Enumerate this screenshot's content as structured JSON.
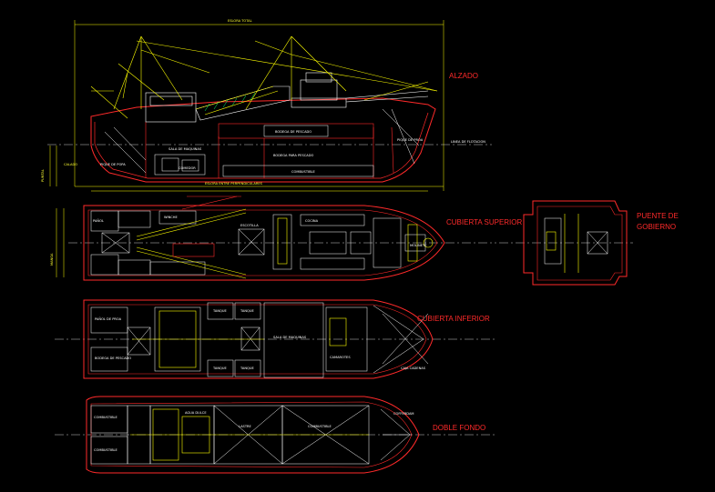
{
  "views": {
    "elevation": "ALZADO",
    "upper_deck": "CUBIERTA SUPERIOR",
    "bridge": "PUENTE DE GOBIERNO",
    "lower_deck": "CUBIERTA INFERIOR",
    "double_bottom": "DOBLE FONDO"
  },
  "elevation_labels": {
    "overall_length": "ESLORA TOTAL",
    "waterline": "LINEA DE FLOTACION",
    "depth": "PUNTAL",
    "draft": "CALADO",
    "length_pp": "ESLORA ENTRE PERPENDICULARES",
    "fish_hold": "BODEGA DE PESCADO",
    "fuel": "COMBUSTIBLE",
    "engine_room": "SALA DE MAQUINAS",
    "mess": "COMEDOR",
    "fish_well": "BODEGA PARA PESCADO",
    "forepeak": "PIQUE DE PROA",
    "aftpeak": "PIQUE DE POPA"
  },
  "upper_deck_labels": {
    "beam": "MANGA",
    "hatch": "ESCOTILLA",
    "winch": "WINCHE",
    "anchor": "MOLINETE",
    "stores": "PAÑOL",
    "galley": "COCINA"
  },
  "lower_deck_labels": {
    "bow_room": "PAÑOL DE PROA",
    "fish_hold": "BODEGA DE PESCADO",
    "tank1": "TANQUE",
    "tank2": "TANQUE",
    "tank3": "TANQUE",
    "tank4": "TANQUE",
    "engine": "SALA DE MAQUINAS",
    "crew": "CAMAROTES",
    "chain": "CAJA CADENAS"
  },
  "double_bottom_labels": {
    "fuel1": "COMBUSTIBLE",
    "fuel2": "COMBUSTIBLE",
    "fuel3": "COMBUSTIBLE",
    "water": "AGUA DULCE",
    "ballast": "LASTRE",
    "cofferdam": "COFFERDAM"
  },
  "colors": {
    "background": "#000000",
    "primary_line": "#ffff00",
    "hull_line": "#ff2a2a",
    "detail_line": "#ffffff",
    "axis_line": "#ffffff",
    "accent_line": "#00ff66"
  }
}
